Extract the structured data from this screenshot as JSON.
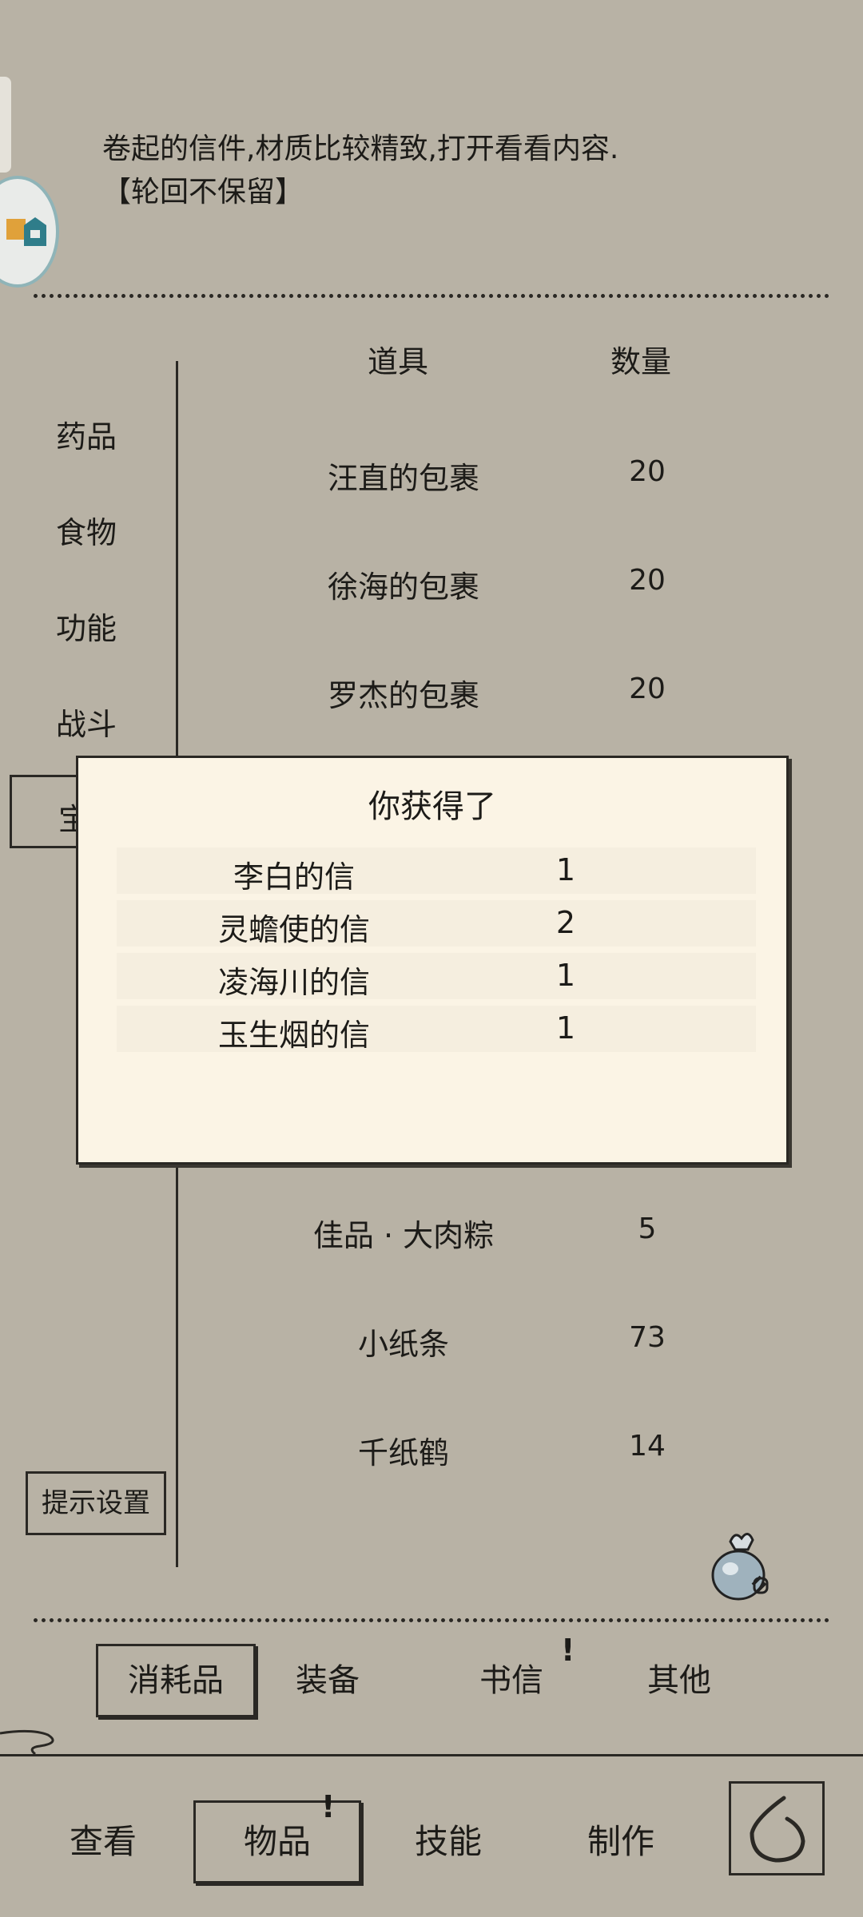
{
  "description": {
    "line1": "卷起的信件,材质比较精致,打开看看内容.",
    "line2": "【轮回不保留】"
  },
  "categories": [
    "药品",
    "食物",
    "功能",
    "战斗"
  ],
  "selected_category": "宝",
  "table": {
    "headers": {
      "item": "道具",
      "qty": "数量"
    },
    "rows_top": [
      {
        "name": "汪直的包裹",
        "qty": "20"
      },
      {
        "name": "徐海的包裹",
        "qty": "20"
      },
      {
        "name": "罗杰的包裹",
        "qty": "20"
      }
    ],
    "rows_bottom": [
      {
        "name": "佳品 · 大肉粽",
        "qty": "5"
      },
      {
        "name": "小纸条",
        "qty": "73"
      },
      {
        "name": "千纸鹤",
        "qty": "14"
      }
    ]
  },
  "hint_button": "提示设置",
  "subtabs": [
    {
      "label": "消耗品",
      "active": true,
      "badge": ""
    },
    {
      "label": "装备",
      "active": false,
      "badge": ""
    },
    {
      "label": "书信",
      "active": false,
      "badge": "!"
    },
    {
      "label": "其他",
      "active": false,
      "badge": ""
    }
  ],
  "nav": [
    {
      "label": "查看",
      "active": false,
      "badge": ""
    },
    {
      "label": "物品",
      "active": true,
      "badge": "!"
    },
    {
      "label": "技能",
      "active": false,
      "badge": ""
    },
    {
      "label": "制作",
      "active": false,
      "badge": ""
    }
  ],
  "dialog": {
    "title": "你获得了",
    "items": [
      {
        "name": "李白的信",
        "qty": "1"
      },
      {
        "name": "灵蟾使的信",
        "qty": "2"
      },
      {
        "name": "凌海川的信",
        "qty": "1"
      },
      {
        "name": "玉生烟的信",
        "qty": "1"
      }
    ]
  },
  "icons": {
    "bag": "money-bag-icon",
    "back": "back-arrow-icon",
    "avatar": "app-avatar-icon"
  }
}
